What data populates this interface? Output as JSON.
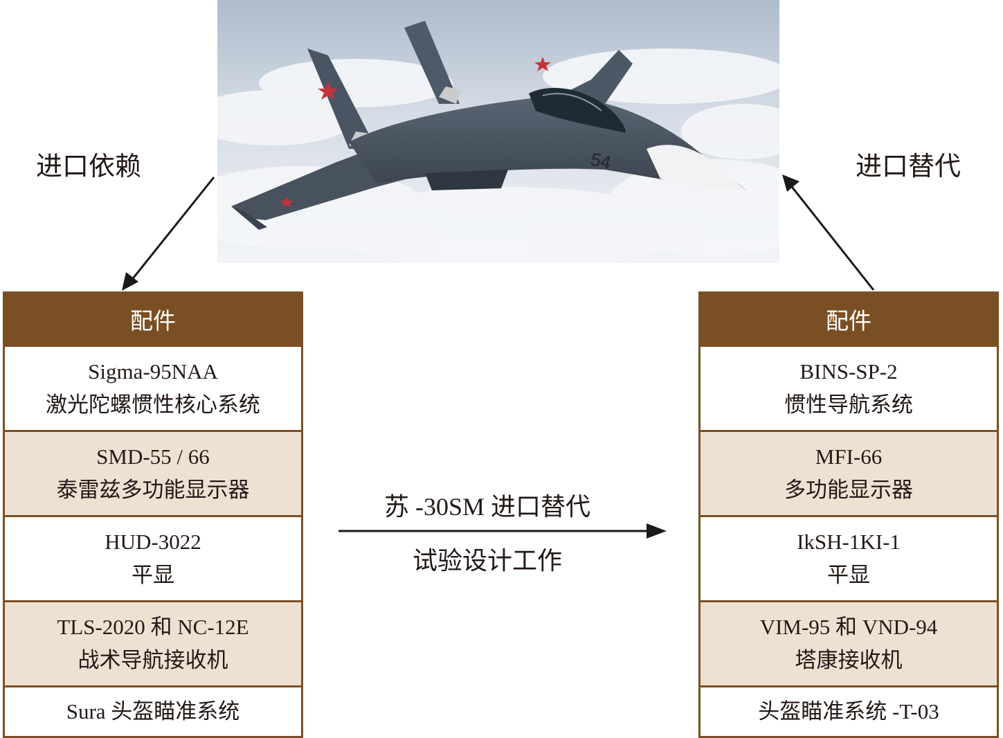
{
  "labels": {
    "left_arrow": "进口依赖",
    "right_arrow": "进口替代"
  },
  "center": {
    "title": "苏 -30SM 进口替代",
    "subtitle": "试验设计工作"
  },
  "left_table": {
    "header": "配件",
    "rows": [
      {
        "line1": "Sigma-95NAA",
        "line2": "激光陀螺惯性核心系统"
      },
      {
        "line1": "SMD-55 / 66",
        "line2": "泰雷兹多功能显示器"
      },
      {
        "line1": "HUD-3022",
        "line2": "平显"
      },
      {
        "line1": "TLS-2020 和 NC-12E",
        "line2": "战术导航接收机"
      },
      {
        "line1": "Sura 头盔瞄准系统"
      }
    ]
  },
  "right_table": {
    "header": "配件",
    "rows": [
      {
        "line1": "BINS-SP-2",
        "line2": "惯性导航系统"
      },
      {
        "line1": "MFI-66",
        "line2": "多功能显示器"
      },
      {
        "line1": "IkSH-1KI-1",
        "line2": "平显"
      },
      {
        "line1": "VIM-95 和 VND-94",
        "line2": "塔康接收机"
      },
      {
        "line1": "头盔瞄准系统 -T-03"
      }
    ]
  },
  "photo": {
    "aircraft_number": "54",
    "sky_color": "#b8c4d2",
    "cloud_color": "#eef1f5",
    "aircraft_color": "#4a5563"
  },
  "colors": {
    "header_brown": "#7b4f24",
    "shaded_row": "#efe1d2",
    "arrow": "#1a1a1a"
  }
}
